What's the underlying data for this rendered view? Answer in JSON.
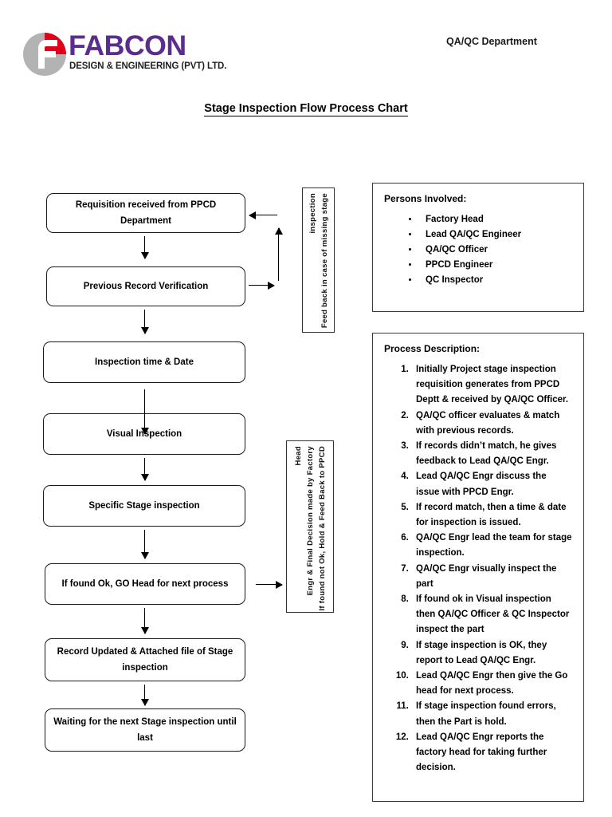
{
  "header": {
    "logo": {
      "wordmark": "FABCON",
      "tagline": "DESIGN & ENGINEERING (PVT) LTD.",
      "mark_colors": {
        "circle": "#b3b3b3",
        "quadrant": "#e3001b",
        "letter": "#ffffff"
      },
      "wordmark_color": "#5B2D8E"
    },
    "department": "QA/QC Department"
  },
  "title": "Stage Inspection Flow Process Chart",
  "flow": {
    "boxes": [
      {
        "label": "Requisition received from PPCD Department"
      },
      {
        "label": "Previous Record Verification"
      },
      {
        "label": "Inspection time & Date"
      },
      {
        "label": "Visual Inspection"
      },
      {
        "label": "Specific Stage inspection"
      },
      {
        "label": "If found Ok, GO Head for next process"
      },
      {
        "label": "Record Updated & Attached file of Stage inspection"
      },
      {
        "label": "Waiting for the next Stage inspection until last"
      }
    ],
    "side_notes": [
      {
        "lines": [
          "Feed back in case of missing stage",
          "inspection"
        ]
      },
      {
        "lines": [
          "If found not Ok, Hold & Feed Back to PPCD",
          "Engr  &  Final  Decision  made  by  Factory",
          "Head"
        ]
      }
    ]
  },
  "persons_panel": {
    "heading": "Persons Involved:",
    "items": [
      "Factory Head",
      "Lead QA/QC Engineer",
      "QA/QC Officer",
      "PPCD Engineer",
      "QC Inspector"
    ]
  },
  "process_panel": {
    "heading": "Process Description:",
    "steps": [
      "Initially Project stage inspection requisition generates from PPCD Deptt & received by QA/QC Officer.",
      "QA/QC officer evaluates & match with previous records.",
      "If records didn’t match, he gives feedback to Lead QA/QC Engr.",
      "Lead QA/QC Engr discuss the issue with PPCD Engr.",
      "If record match, then a time & date for inspection is issued.",
      "QA/QC Engr lead the team for stage inspection.",
      "QA/QC Engr visually inspect the part",
      "If found ok in Visual inspection then QA/QC Officer & QC Inspector inspect the part",
      "If stage inspection is OK, they report to Lead QA/QC Engr.",
      "Lead QA/QC Engr then give the Go head for next process.",
      "If stage inspection found errors, then the Part is hold.",
      "Lead QA/QC Engr reports the factory head for taking further decision."
    ]
  }
}
